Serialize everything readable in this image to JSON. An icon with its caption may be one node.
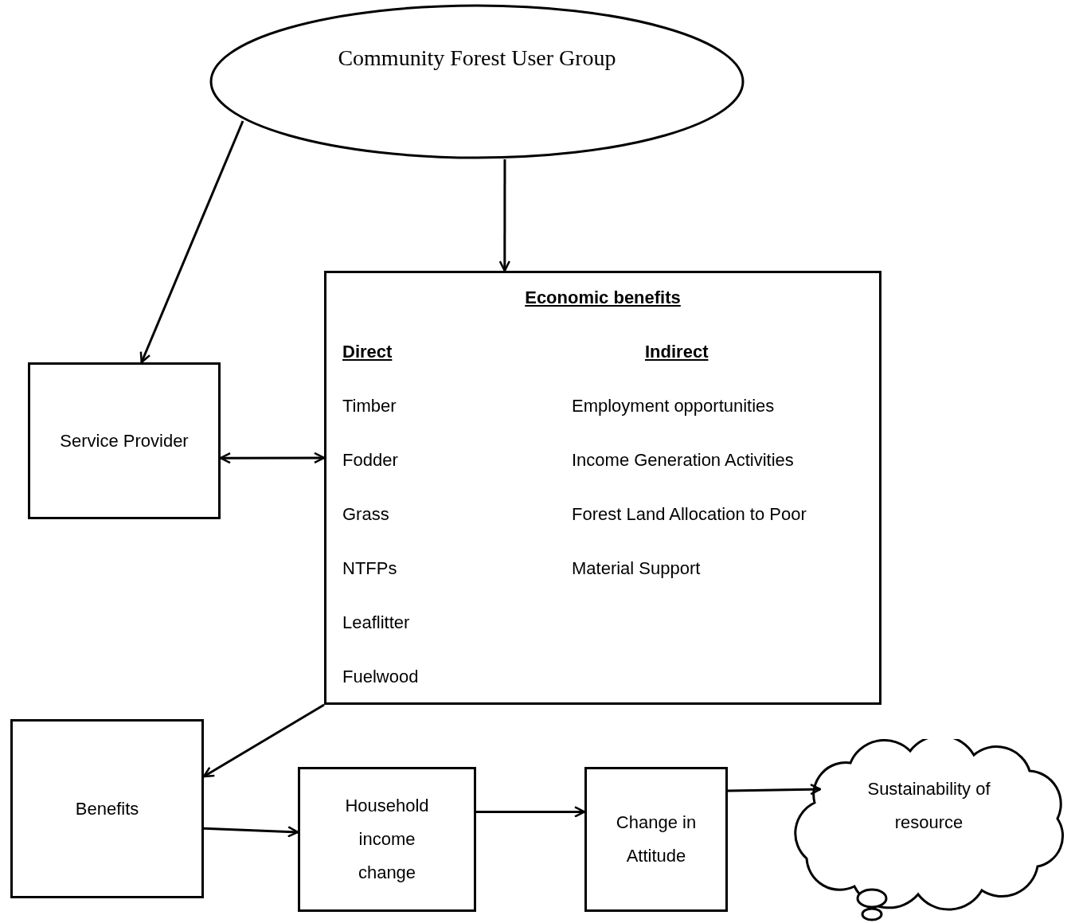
{
  "diagram": {
    "nodes": [
      {
        "text": [
          "Community Forest User Group"
        ]
      },
      {
        "text": [
          "Service Provider"
        ]
      },
      {
        "text": [
          "Economic benefits",
          "Direct",
          "Indirect",
          "Timber",
          "Fodder",
          "Grass",
          "NTFPs",
          "Leaflitter",
          "Fuelwood",
          "Employment opportunities",
          "Income Generation Activities",
          "Forest Land Allocation to Poor",
          "Material Support"
        ]
      },
      {
        "text": [
          "Benefits"
        ]
      },
      {
        "text": [
          "Household income change"
        ]
      },
      {
        "text": [
          "Change in Attitude"
        ]
      },
      {
        "text": [
          "Sustainability of resource"
        ]
      }
    ],
    "edges": [
      {
        "from": 0,
        "to": 1,
        "arrow": "to"
      },
      {
        "from": 0,
        "to": 2,
        "arrow": "to"
      },
      {
        "from": 1,
        "to": 2,
        "arrow": "both"
      },
      {
        "from": 2,
        "to": 3,
        "arrow": "to"
      },
      {
        "from": 3,
        "to": 4,
        "arrow": "to"
      },
      {
        "from": 4,
        "to": 5,
        "arrow": "to"
      },
      {
        "from": 5,
        "to": 6,
        "arrow": "to"
      }
    ]
  }
}
